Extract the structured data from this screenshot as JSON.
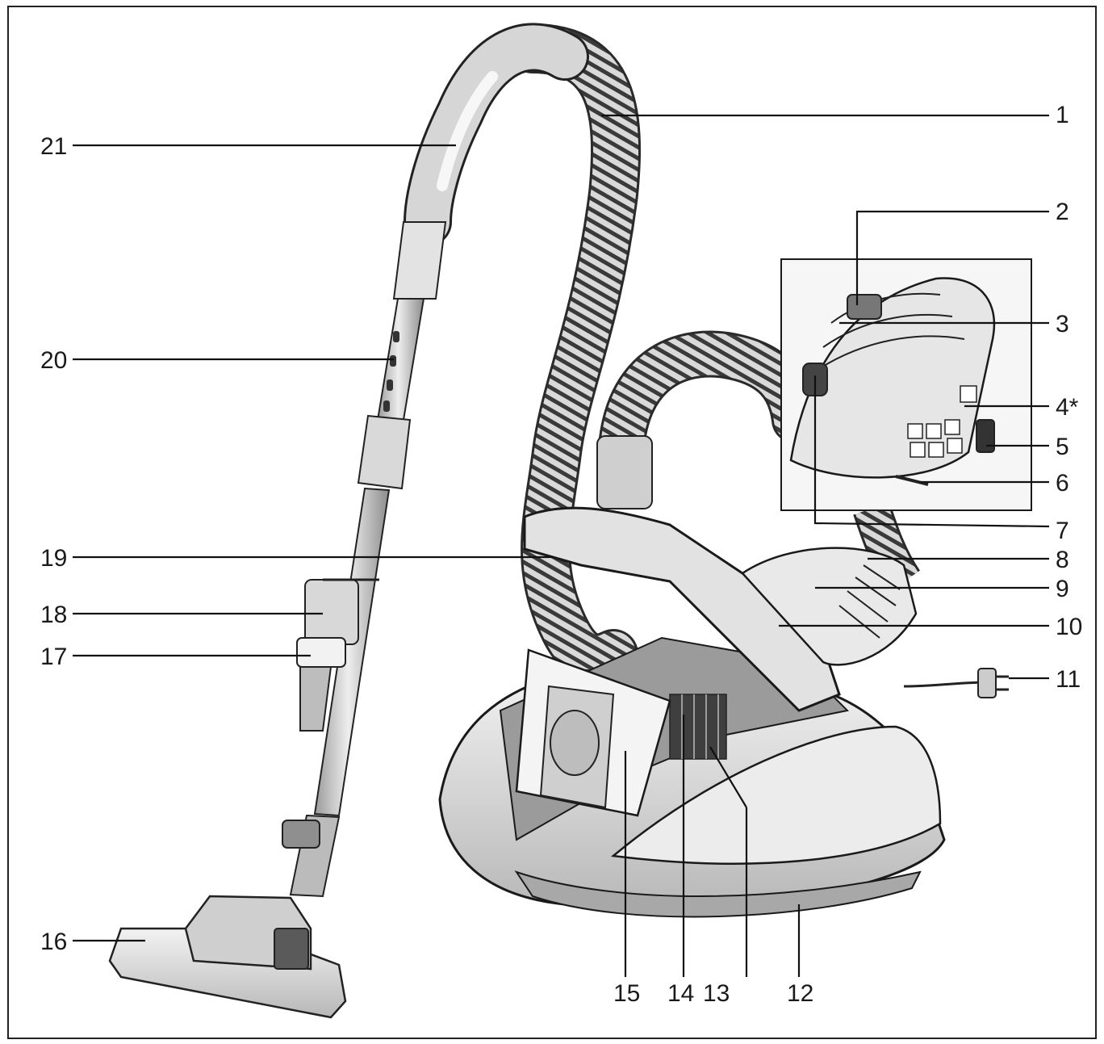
{
  "diagram": {
    "callouts": [
      {
        "id": "1",
        "text": "1"
      },
      {
        "id": "2",
        "text": "2"
      },
      {
        "id": "3",
        "text": "3"
      },
      {
        "id": "4",
        "text": "4*"
      },
      {
        "id": "5",
        "text": "5"
      },
      {
        "id": "6",
        "text": "6"
      },
      {
        "id": "7",
        "text": "7"
      },
      {
        "id": "8",
        "text": "8"
      },
      {
        "id": "9",
        "text": "9"
      },
      {
        "id": "10",
        "text": "10"
      },
      {
        "id": "11",
        "text": "11"
      },
      {
        "id": "12",
        "text": "12"
      },
      {
        "id": "13",
        "text": "13"
      },
      {
        "id": "14",
        "text": "14"
      },
      {
        "id": "15",
        "text": "15"
      },
      {
        "id": "16",
        "text": "16"
      },
      {
        "id": "17",
        "text": "17"
      },
      {
        "id": "18",
        "text": "18"
      },
      {
        "id": "19",
        "text": "19"
      },
      {
        "id": "20",
        "text": "20"
      },
      {
        "id": "21",
        "text": "21"
      }
    ]
  }
}
